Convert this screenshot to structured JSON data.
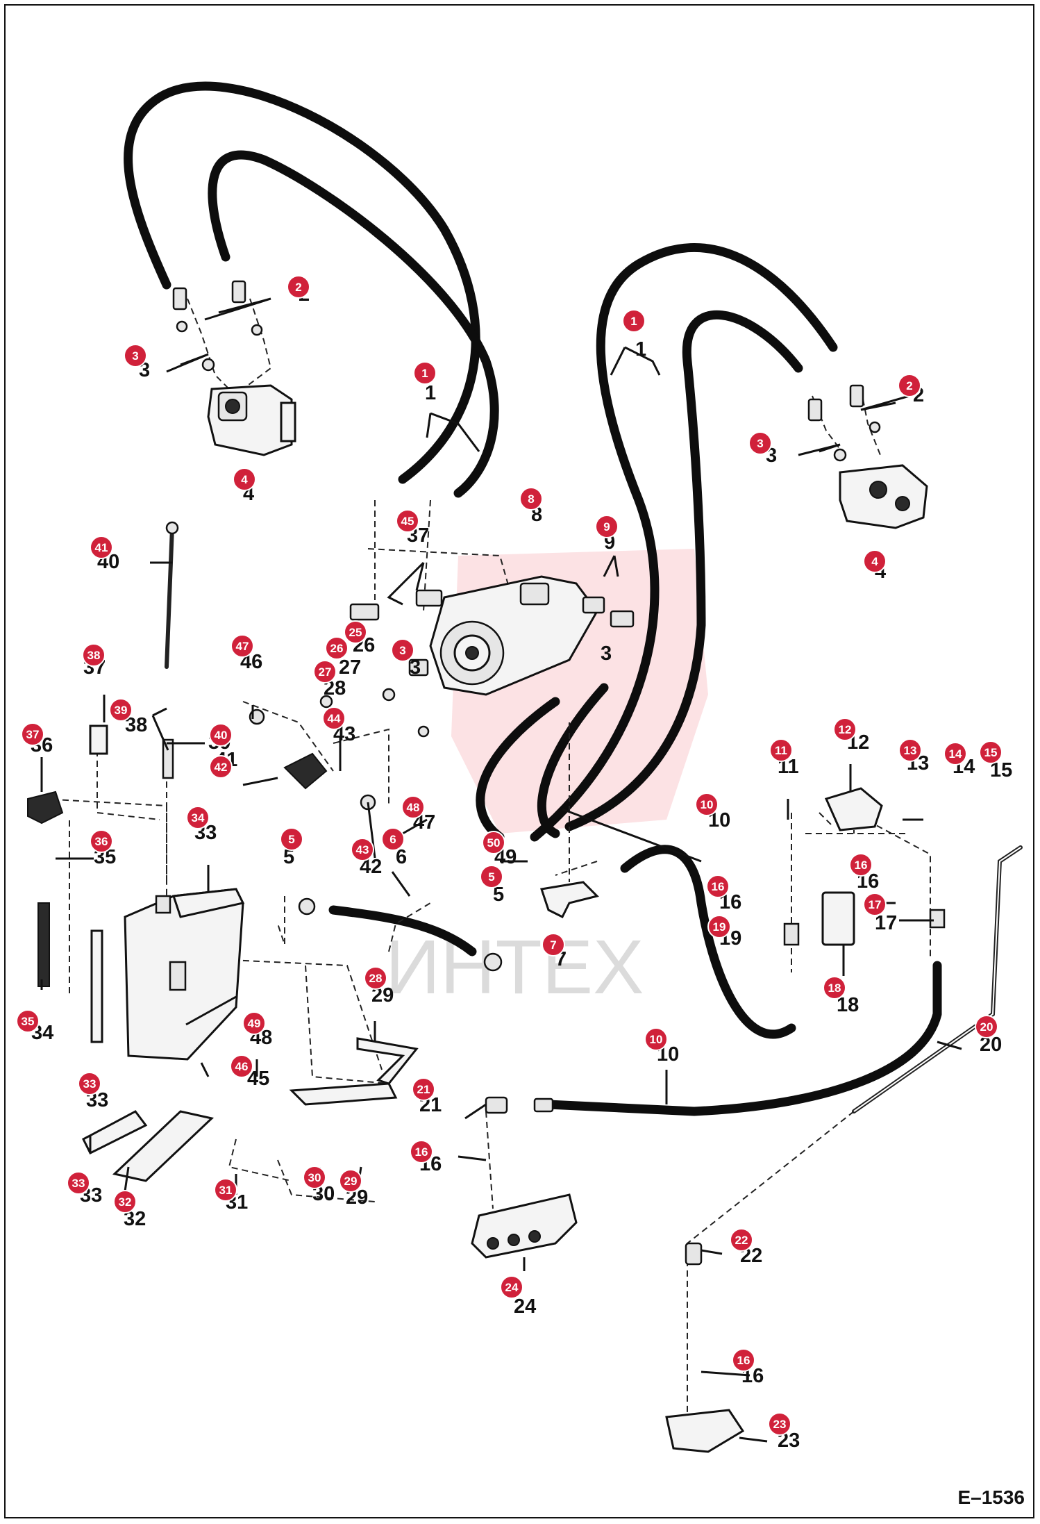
{
  "figure_code": "E–1536",
  "watermark_text": "ИНТЕХ",
  "callouts": [
    {
      "n": "1",
      "id": "c1a"
    },
    {
      "n": "1",
      "id": "c1b"
    },
    {
      "n": "2",
      "id": "c2a"
    },
    {
      "n": "2",
      "id": "c2b"
    },
    {
      "n": "3",
      "id": "c3a"
    },
    {
      "n": "3",
      "id": "c3b"
    },
    {
      "n": "3",
      "id": "c3c"
    },
    {
      "n": "4",
      "id": "c4a"
    },
    {
      "n": "4",
      "id": "c4b"
    },
    {
      "n": "5",
      "id": "c5a"
    },
    {
      "n": "5",
      "id": "c5b"
    },
    {
      "n": "6",
      "id": "c6"
    },
    {
      "n": "7",
      "id": "c7"
    },
    {
      "n": "8",
      "id": "c8"
    },
    {
      "n": "9",
      "id": "c9"
    },
    {
      "n": "10",
      "id": "c10a"
    },
    {
      "n": "10",
      "id": "c10b"
    },
    {
      "n": "11",
      "id": "c11"
    },
    {
      "n": "12",
      "id": "c12"
    },
    {
      "n": "13",
      "id": "c13"
    },
    {
      "n": "14",
      "id": "c14"
    },
    {
      "n": "15",
      "id": "c15"
    },
    {
      "n": "16",
      "id": "c16a"
    },
    {
      "n": "16",
      "id": "c16b"
    },
    {
      "n": "16",
      "id": "c16c"
    },
    {
      "n": "16",
      "id": "c16d"
    },
    {
      "n": "17",
      "id": "c17"
    },
    {
      "n": "18",
      "id": "c18"
    },
    {
      "n": "19",
      "id": "c19"
    },
    {
      "n": "20",
      "id": "c20"
    },
    {
      "n": "21",
      "id": "c21"
    },
    {
      "n": "22",
      "id": "c22"
    },
    {
      "n": "23",
      "id": "c23"
    },
    {
      "n": "24",
      "id": "c24"
    },
    {
      "n": "25",
      "id": "c25"
    },
    {
      "n": "26",
      "id": "c26"
    },
    {
      "n": "27",
      "id": "c27"
    },
    {
      "n": "28",
      "id": "c28"
    },
    {
      "n": "29",
      "id": "c29"
    },
    {
      "n": "30",
      "id": "c30"
    },
    {
      "n": "31",
      "id": "c31"
    },
    {
      "n": "32",
      "id": "c32"
    },
    {
      "n": "33",
      "id": "c33a"
    },
    {
      "n": "33",
      "id": "c33b"
    },
    {
      "n": "34",
      "id": "c34"
    },
    {
      "n": "35",
      "id": "c35"
    },
    {
      "n": "36",
      "id": "c36"
    },
    {
      "n": "37",
      "id": "c37"
    },
    {
      "n": "38",
      "id": "c38"
    },
    {
      "n": "39",
      "id": "c39"
    },
    {
      "n": "40",
      "id": "c40"
    },
    {
      "n": "41",
      "id": "c41"
    },
    {
      "n": "42",
      "id": "c42"
    },
    {
      "n": "43",
      "id": "c43"
    },
    {
      "n": "44",
      "id": "c44"
    },
    {
      "n": "45",
      "id": "c45"
    },
    {
      "n": "46",
      "id": "c46"
    },
    {
      "n": "47",
      "id": "c47"
    },
    {
      "n": "48",
      "id": "c48"
    },
    {
      "n": "49",
      "id": "c49"
    },
    {
      "n": "50",
      "id": "c50"
    }
  ]
}
